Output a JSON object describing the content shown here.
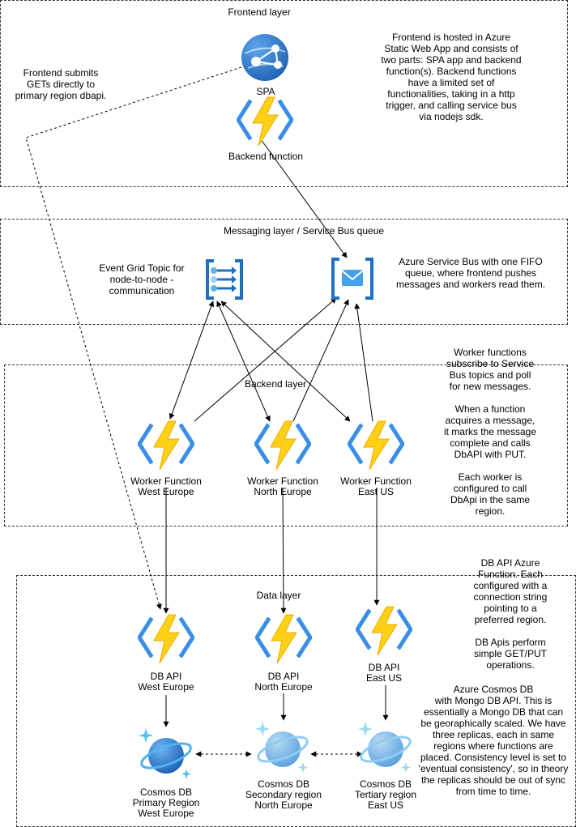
{
  "layers": {
    "frontend": "Frontend layer",
    "messaging": "Messaging layer / Service Bus queue",
    "backend": "Backend layer",
    "data": "Data layer"
  },
  "notes": {
    "frontend_gets": "Frontend submits\nGETs directly to\nprimary region dbapi.",
    "frontend_hosting": "Frontend is hosted in Azure\nStatic Web App and consists of\ntwo parts: SPA app and  backend\nfunction(s). Backend functions\nhave a limited set of\nfunctionalities, taking in a http\ntrigger, and calling service bus\nvia nodejs sdk.",
    "service_bus": "Azure Service Bus with one FIFO\nqueue, where frontend pushes\nmessages and workers read them.",
    "event_grid": "Event Grid Topic for\nnode-to-node -\ncommunication",
    "workers": "Worker functions\nsubscribe to Service\nBus topics and poll\nfor new messages.\n\nWhen a function\nacquires a message,\nit marks the message\ncomplete and calls\nDbAPI with PUT.\n\nEach worker is\nconfigured to call\nDbApi in the same\nregion.",
    "dbapi": "DB API Azure\nFunction. Each\nconfigured with a\nconnection string\npointing to a\npreferred region.\n\nDB Apis perform\nsimple GET/PUT\noperations.",
    "cosmos": "Azure Cosmos DB\nwith Mongo DB API. This is\nessentially a Mongo DB that can\nbe georaphically scaled. We have\nthree replicas, each in same\nregions where functions are\nplaced. Consistency level is set to\n'eventual consistency', so in theory\nthe replicas should be out of sync\nfrom time to time."
  },
  "nodes": {
    "spa": "SPA",
    "backend_function": "Backend function",
    "worker_we": [
      "Worker Function",
      "West Europe"
    ],
    "worker_ne": [
      "Worker Function",
      "North Europe"
    ],
    "worker_eu": [
      "Worker Function",
      "East US"
    ],
    "dbapi_we": [
      "DB API",
      "West Europe"
    ],
    "dbapi_ne": [
      "DB API",
      "North Europe"
    ],
    "dbapi_eu": [
      "DB API",
      "East US"
    ],
    "cosmos_we": [
      "Cosmos DB",
      "Primary Region",
      "West Europe"
    ],
    "cosmos_ne": [
      "Cosmos DB",
      "Secondary region",
      "North Europe"
    ],
    "cosmos_eu": [
      "Cosmos DB",
      "Tertiary region",
      "East US"
    ]
  }
}
